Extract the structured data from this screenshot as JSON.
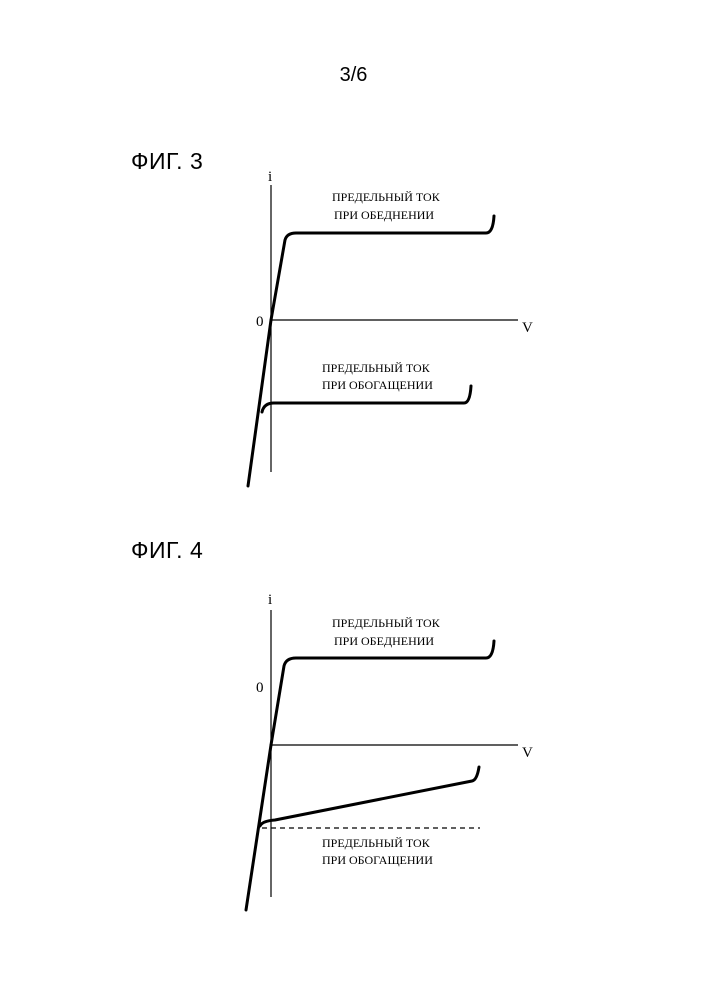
{
  "page_number": "3/6",
  "figures": {
    "fig3": {
      "title": "ФИГ. 3",
      "y_axis_label": "i",
      "x_axis_label": "V",
      "origin_label": "0",
      "upper_label_line1": "ПРЕДЕЛЬНЫЙ ТОК",
      "upper_label_line2": "ПРИ ОБЕДНЕНИИ",
      "lower_label_line1": "ПРЕДЕЛЬНЫЙ ТОК",
      "lower_label_line2": "ПРИ ОБОГАЩЕНИИ"
    },
    "fig4": {
      "title": "ФИГ. 4",
      "y_axis_label": "i",
      "x_axis_label": "V",
      "origin_label": "0",
      "upper_label_line1": "ПРЕДЕЛЬНЫЙ ТОК",
      "upper_label_line2": "ПРИ ОБЕДНЕНИИ",
      "lower_label_line1": "ПРЕДЕЛЬНЫЙ ТОК",
      "lower_label_line2": "ПРИ ОБОГАЩЕНИИ"
    }
  }
}
